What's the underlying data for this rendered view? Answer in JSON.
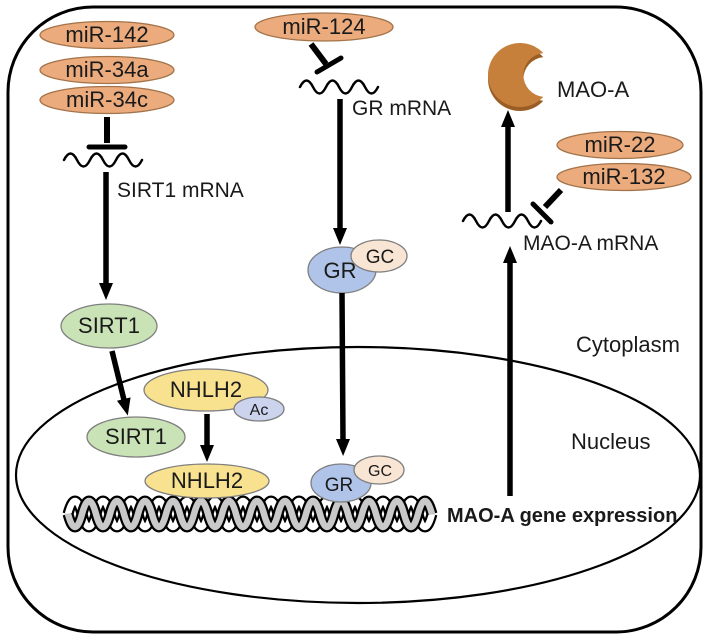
{
  "labels": {
    "mir142": "miR-142",
    "mir34a": "miR-34a",
    "mir34c": "miR-34c",
    "mir124": "miR-124",
    "mir22": "miR-22",
    "mir132": "miR-132",
    "sirt1_mrna": "SIRT1 mRNA",
    "gr_mrna": "GR mRNA",
    "maoa_mrna": "MAO-A mRNA",
    "maoa_protein": "MAO-A",
    "sirt1_cytoplasm": "SIRT1",
    "sirt1_nucleus": "SIRT1",
    "nhlh2_acetylated": "NHLH2",
    "ac": "Ac",
    "nhlh2_dna": "NHLH2",
    "gr_cytoplasm": "GR",
    "gc_cytoplasm": "GC",
    "gr_nucleus": "GR",
    "gc_nucleus": "GC",
    "cytoplasm": "Cytoplasm",
    "nucleus": "Nucleus",
    "gene_expression": "MAO-A gene expression"
  },
  "colors": {
    "mirna": "#EBAB7D",
    "sirt1": "#C9E3B6",
    "nhlh2": "#F8E18F",
    "ac": "#CCD3ED",
    "gr": "#AFC4E8",
    "gc": "#F9E5D3",
    "maoa_body": "#C6803C",
    "maoa_shadow": "#9A5E24"
  }
}
